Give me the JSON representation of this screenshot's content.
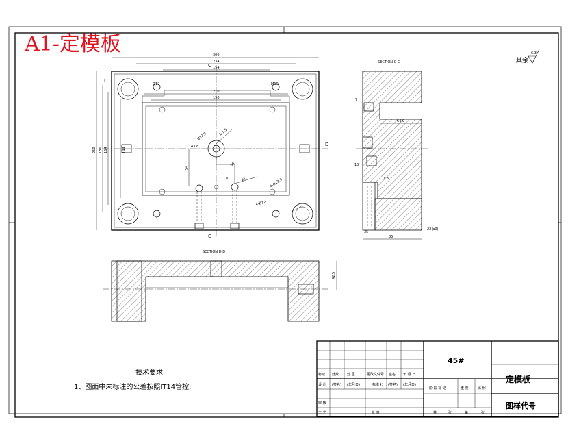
{
  "title_stamp": "A1-定模板",
  "roughness_note": {
    "label": "其余",
    "value": "6.3"
  },
  "section_labels": {
    "cc": "SECTION C-C",
    "dd": "SECTION D-D"
  },
  "cut_markers": {
    "c": "C",
    "d": "D"
  },
  "plan_dims": {
    "d300": "300",
    "d234": "234",
    "d154": "154",
    "d210": "210",
    "d190": "190",
    "d250": "250",
    "d186": "186",
    "d164": "164",
    "d144": "144",
    "d54": "54",
    "d43": "43.8",
    "d8": "8",
    "d61": "61",
    "d66": "66",
    "hole_d12": "Ø12",
    "hole_m10": "M10",
    "leader1": "Ø12.5",
    "leader2": "1-1.5",
    "leader3": "4-Ø13.5",
    "leader4": "4-Ø12"
  },
  "cc_dims": {
    "d7": "7",
    "d64": "64.0",
    "d10": "10",
    "d18": "1.8",
    "d85": "85",
    "d35": "35",
    "d22": "22(a0)"
  },
  "dd_dims": {
    "d42": "42.5"
  },
  "tech_req": {
    "heading": "技术要求",
    "items": [
      "1、图面中未标注的公差按照IT14管控;"
    ]
  },
  "title_block": {
    "material": "45#",
    "part_name": "定模板",
    "drawing_code": "图样代号",
    "headers": [
      "标记",
      "处数",
      "分 区",
      "更改文件号",
      "签名",
      "年.月.日"
    ],
    "row_design": [
      "设 计",
      "(签名)",
      "(年月日)",
      "标准化",
      "(签名)",
      "(年月日)"
    ],
    "stage": [
      "阶 段 标 记",
      "重 量",
      "比 例"
    ],
    "review": "审 核",
    "process": "工 艺",
    "approve": "批 准",
    "sheets": [
      "共",
      "张",
      "第",
      "张"
    ]
  }
}
